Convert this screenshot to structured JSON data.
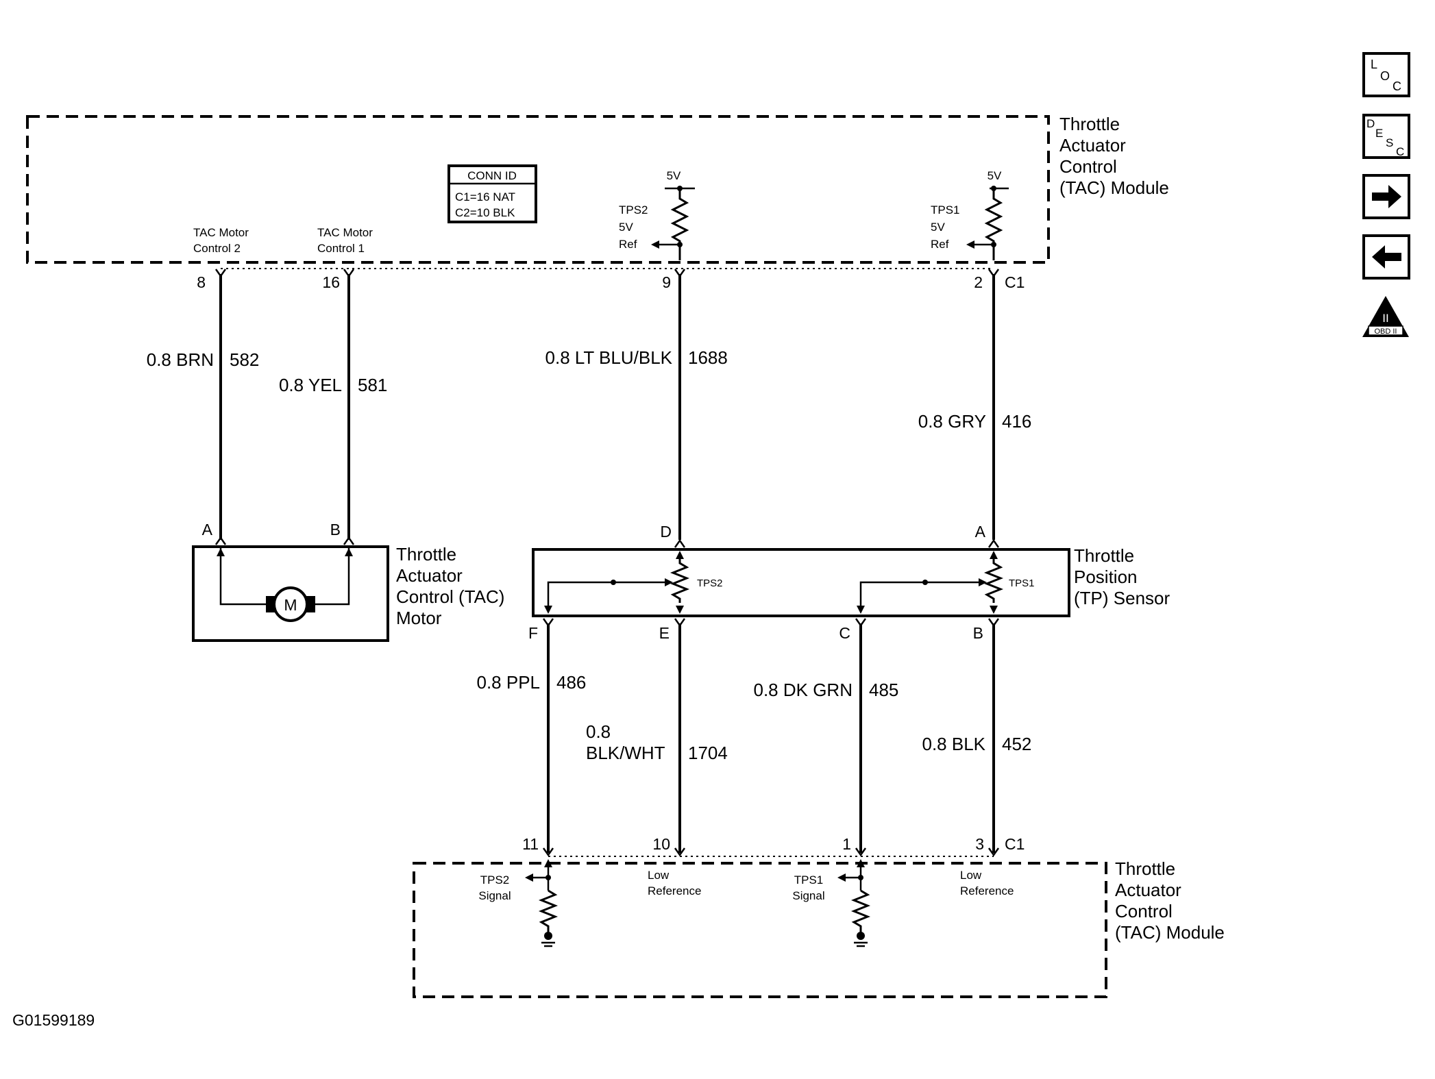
{
  "modules": {
    "top": {
      "name_lines": [
        "Throttle",
        "Actuator",
        "Control",
        "(TAC) Module"
      ]
    },
    "bottom": {
      "name_lines": [
        "Throttle",
        "Actuator",
        "Control",
        "(TAC) Module"
      ]
    }
  },
  "conn_id": {
    "title": "CONN ID",
    "c1": "C1=16 NAT",
    "c2": "C2=10 BLK"
  },
  "top_circuits": {
    "tac_motor_control_2": [
      "TAC Motor",
      "Control 2"
    ],
    "tac_motor_control_1": [
      "TAC Motor",
      "Control 1"
    ],
    "tps2_ref": [
      "TPS2",
      "5V",
      "Ref"
    ],
    "tps1_ref": [
      "TPS1",
      "5V",
      "Ref"
    ],
    "supply": "5V"
  },
  "top_pins": {
    "p8": "8",
    "p16": "16",
    "p9": "9",
    "p2": "2",
    "c1": "C1"
  },
  "wires_upper": {
    "brn": {
      "gauge_color": "0.8 BRN",
      "circuit": "582"
    },
    "yel": {
      "gauge_color": "0.8 YEL",
      "circuit": "581"
    },
    "ltblu": {
      "gauge_color": "0.8 LT BLU/BLK",
      "circuit": "1688"
    },
    "gry": {
      "gauge_color": "0.8 GRY",
      "circuit": "416"
    }
  },
  "motor": {
    "pin_a": "A",
    "pin_b": "B",
    "symbol": "M",
    "name_lines": [
      "Throttle",
      "Actuator",
      "Control (TAC)",
      "Motor"
    ]
  },
  "tp_sensor": {
    "pin_d": "D",
    "pin_a": "A",
    "pin_f": "F",
    "pin_e": "E",
    "pin_c": "C",
    "pin_b": "B",
    "tps2": "TPS2",
    "tps1": "TPS1",
    "name_lines": [
      "Throttle",
      "Position",
      "(TP) Sensor"
    ]
  },
  "wires_lower": {
    "ppl": {
      "gauge_color": "0.8 PPL",
      "circuit": "486"
    },
    "blkwht": {
      "gauge_lines": [
        "0.8",
        "BLK/WHT"
      ],
      "circuit": "1704"
    },
    "dkgrn": {
      "gauge_color": "0.8 DK GRN",
      "circuit": "485"
    },
    "blk": {
      "gauge_color": "0.8 BLK",
      "circuit": "452"
    }
  },
  "bottom_pins": {
    "p11": "11",
    "p10": "10",
    "p1": "1",
    "p3": "3",
    "c1": "C1"
  },
  "bottom_circuits": {
    "tps2_signal": [
      "TPS2",
      "Signal"
    ],
    "low_ref_1": [
      "Low",
      "Reference"
    ],
    "tps1_signal": [
      "TPS1",
      "Signal"
    ],
    "low_ref_2": [
      "Low",
      "Reference"
    ]
  },
  "nav_icons": {
    "loc": {
      "letters": [
        "L",
        "O",
        "C"
      ]
    },
    "desc": {
      "letters": [
        "D",
        "E",
        "S",
        "C"
      ]
    },
    "next": {
      "name": "arrow-right"
    },
    "prev": {
      "name": "arrow-left"
    },
    "obd": {
      "numeral": "II",
      "caption": "OBD II"
    }
  },
  "figure_id": "G01599189"
}
